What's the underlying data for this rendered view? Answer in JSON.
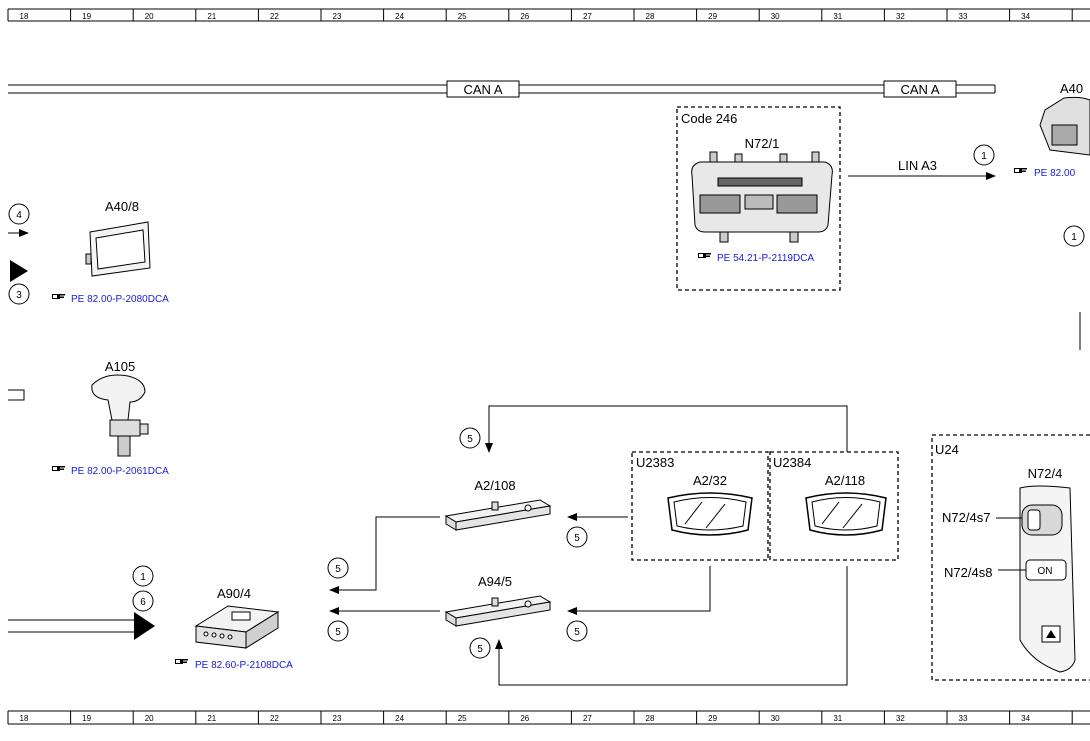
{
  "ruler": {
    "columns": [
      "18",
      "19",
      "20",
      "21",
      "22",
      "23",
      "24",
      "25",
      "26",
      "27",
      "28",
      "29",
      "30",
      "31",
      "32",
      "33",
      "34"
    ]
  },
  "bus": {
    "label_left": "CAN A",
    "label_right": "CAN A",
    "lin_label": "LIN A3"
  },
  "groups": {
    "code246": "Code 246",
    "u2383": "U2383",
    "u2384": "U2384",
    "u24": "U24"
  },
  "components": {
    "a40_8": {
      "label": "A40/8",
      "ref": "PE 82.00-P-2080DCA"
    },
    "a105": {
      "label": "A105",
      "ref": "PE 82.00-P-2061DCA"
    },
    "n72_1": {
      "label": "N72/1",
      "ref": "PE 54.21-P-2119DCA"
    },
    "a40_partial": {
      "label": "A40",
      "ref": "PE 82.00"
    },
    "a2_108": {
      "label": "A2/108"
    },
    "a94_5": {
      "label": "A94/5"
    },
    "a2_32": {
      "label": "A2/32"
    },
    "a2_118": {
      "label": "A2/118"
    },
    "a90_4": {
      "label": "A90/4",
      "ref": "PE 82.60-P-2108DCA"
    },
    "n72_4": {
      "label": "N72/4",
      "sw1": "N72/4s7",
      "sw2": "N72/4s8",
      "on_text": "ON"
    }
  },
  "connectors": {
    "c1": "1",
    "c3": "3",
    "c4": "4",
    "c5": "5",
    "c6": "6"
  },
  "colors": {
    "reference_link": "#1a1ad4",
    "line": "#000000"
  },
  "icons": {
    "reference": "pointing-hand-icon"
  }
}
